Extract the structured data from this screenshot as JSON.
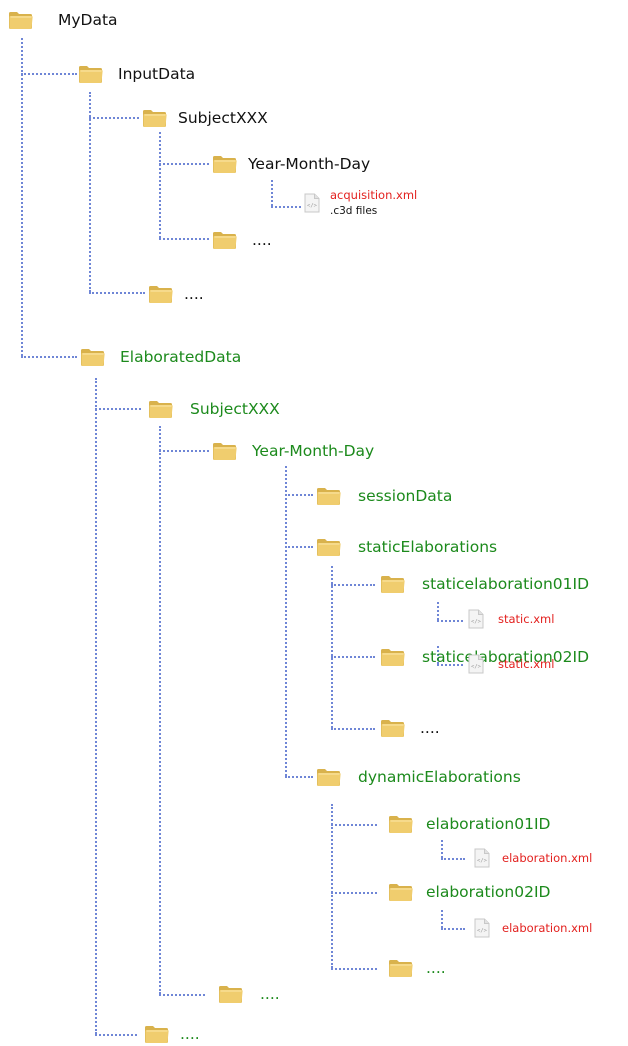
{
  "colors": {
    "connector": "#6f86d6",
    "folder": "#f0cd6e",
    "input_text": "#111111",
    "elaborated_text": "#1c8a1c",
    "file_text": "#e3211f"
  },
  "nodes": {
    "mydata": {
      "label": "MyData",
      "icon": "folder-icon"
    },
    "inputdata": {
      "label": "InputData",
      "icon": "folder-icon"
    },
    "in_subject": {
      "label": "SubjectXXX",
      "icon": "folder-icon"
    },
    "in_date": {
      "label": "Year-Month-Day",
      "icon": "folder-icon"
    },
    "acquisition": {
      "label": "acquisition.xml",
      "sublabel": ".c3d files",
      "icon": "xml-file-icon"
    },
    "in_date_more": {
      "label": "....",
      "icon": "folder-icon"
    },
    "in_subject_more": {
      "label": "....",
      "icon": "folder-icon"
    },
    "elaborated": {
      "label": "ElaboratedData",
      "icon": "folder-icon"
    },
    "el_subject": {
      "label": "SubjectXXX",
      "icon": "folder-icon"
    },
    "el_date": {
      "label": "Year-Month-Day",
      "icon": "folder-icon"
    },
    "sessiondata": {
      "label": "sessionData",
      "icon": "folder-icon"
    },
    "static_elabs": {
      "label": "staticElaborations",
      "icon": "folder-icon"
    },
    "static01": {
      "label": "staticelaboration01ID",
      "icon": "folder-icon"
    },
    "static01_file": {
      "label": "static.xml",
      "icon": "xml-file-icon"
    },
    "static02": {
      "label": "staticelaboration02ID",
      "icon": "folder-icon"
    },
    "static02_file": {
      "label": "static.xml",
      "icon": "xml-file-icon"
    },
    "static_more": {
      "label": "....",
      "icon": "folder-icon"
    },
    "dynamic_elabs": {
      "label": "dynamicElaborations",
      "icon": "folder-icon"
    },
    "elab01": {
      "label": "elaboration01ID",
      "icon": "folder-icon"
    },
    "elab01_file": {
      "label": "elaboration.xml",
      "icon": "xml-file-icon"
    },
    "elab02": {
      "label": "elaboration02ID",
      "icon": "folder-icon"
    },
    "elab02_file": {
      "label": "elaboration.xml",
      "icon": "xml-file-icon"
    },
    "dynamic_more": {
      "label": "....",
      "icon": "folder-icon"
    },
    "el_date_more": {
      "label": "....",
      "icon": "folder-icon"
    },
    "el_subject_more": {
      "label": "....",
      "icon": "folder-icon"
    }
  }
}
